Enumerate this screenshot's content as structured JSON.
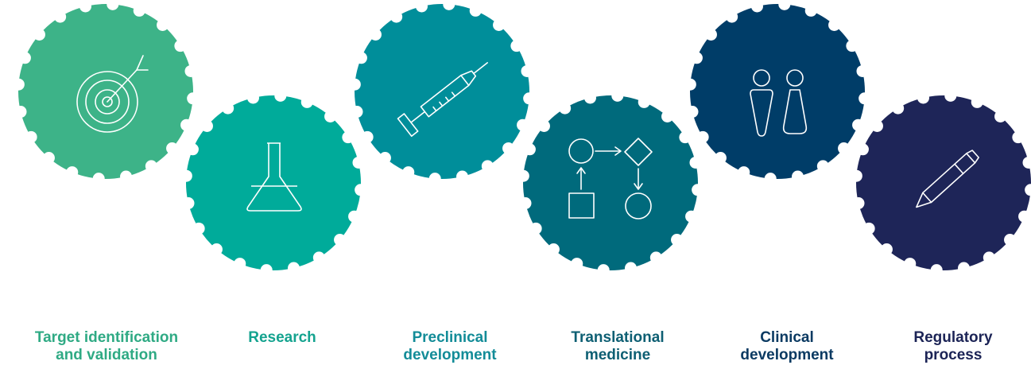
{
  "stages": [
    {
      "label": "Target identification\nand validation",
      "color": "#3db388",
      "label_color": "#2faa84",
      "icon": "target-icon"
    },
    {
      "label": "Research",
      "color": "#00ab9a",
      "label_color": "#14a38f",
      "icon": "flask-icon"
    },
    {
      "label": "Preclinical\ndevelopment",
      "color": "#008e9a",
      "label_color": "#138c98",
      "icon": "syringe-icon"
    },
    {
      "label": "Translational\nmedicine",
      "color": "#006a7c",
      "label_color": "#0e5f73",
      "icon": "flowchart-icon"
    },
    {
      "label": "Clinical\ndevelopment",
      "color": "#003d68",
      "label_color": "#0b3a62",
      "icon": "people-icon"
    },
    {
      "label": "Regulatory\nprocess",
      "color": "#1e2558",
      "label_color": "#1c2456",
      "icon": "pen-icon"
    }
  ]
}
